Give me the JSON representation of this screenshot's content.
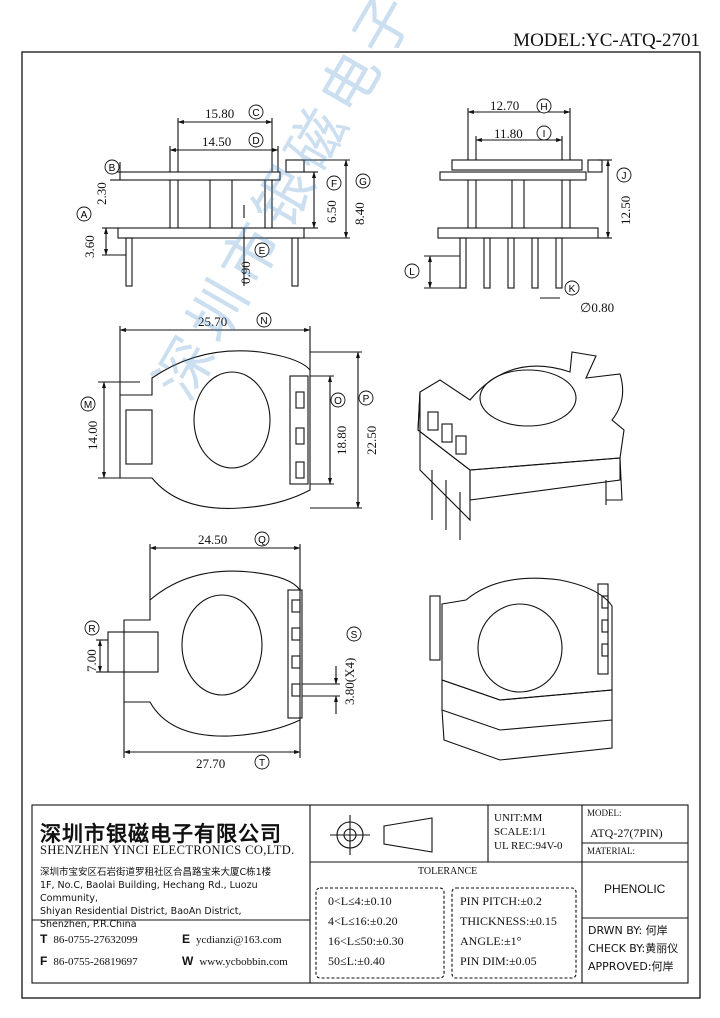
{
  "model_label": "MODEL:YC-ATQ-2701",
  "dims": {
    "c": "15.80",
    "d": "14.50",
    "b": "2.30",
    "a": "3.60",
    "e": "0.90",
    "f": "6.50",
    "g": "8.40",
    "h": "12.70",
    "i": "11.80",
    "j": "12.50",
    "k": "∅0.80",
    "n": "25.70",
    "m": "14.00",
    "o": "18.80",
    "p": "22.50",
    "q": "24.50",
    "r": "7.00",
    "s": "3.80(X4)",
    "t": "27.70"
  },
  "markers": [
    "A",
    "B",
    "C",
    "D",
    "E",
    "F",
    "G",
    "H",
    "I",
    "J",
    "K",
    "L",
    "M",
    "N",
    "O",
    "P",
    "Q",
    "R",
    "S",
    "T"
  ],
  "watermark": "深圳市银磁电子有限公司",
  "title_block": {
    "company_cn": "深圳市银磁电子有限公司",
    "company_en": "SHENZHEN YINCI ELECTRONICS CO,LTD.",
    "address": [
      "深圳市宝安区石岩街道罗租社区合昌路宝来大厦C栋1楼",
      "1F, No.C, Baolai Building, Hechang Rd., Luozu Community,",
      "Shiyan Residential District, BaoAn District,",
      "Shenzhen, P.R.China"
    ],
    "tel_label": "T",
    "tel": "86-0755-27632099",
    "fax_label": "F",
    "fax": "86-0755-26819697",
    "email_label": "E",
    "email": "ycdianzi@163.com",
    "web_label": "W",
    "web": "www.ycbobbin.com",
    "unit": "UNIT:MM",
    "scale": "SCALE:1/1",
    "ul": "UL REC:94V-0",
    "model_hdr": "MODEL:",
    "model": "ATQ-27(7PIN)",
    "material_hdr": "MATERIAL:",
    "material": "PHENOLIC",
    "tolerance_title": "TOLERANCE",
    "tol_left": [
      "0<L≤4:±0.10",
      "4<L≤16:±0.20",
      "16<L≤50:±0.30",
      "50≤L:±0.40"
    ],
    "tol_right": [
      "PIN PITCH:±0.2",
      "THICKNESS:±0.15",
      "ANGLE:±1°",
      "PIN DIM:±0.05"
    ],
    "drawn": "DRWN BY: 何岸",
    "check": "CHECK BY:黄丽仪",
    "approved": "APPROVED:何岸"
  }
}
